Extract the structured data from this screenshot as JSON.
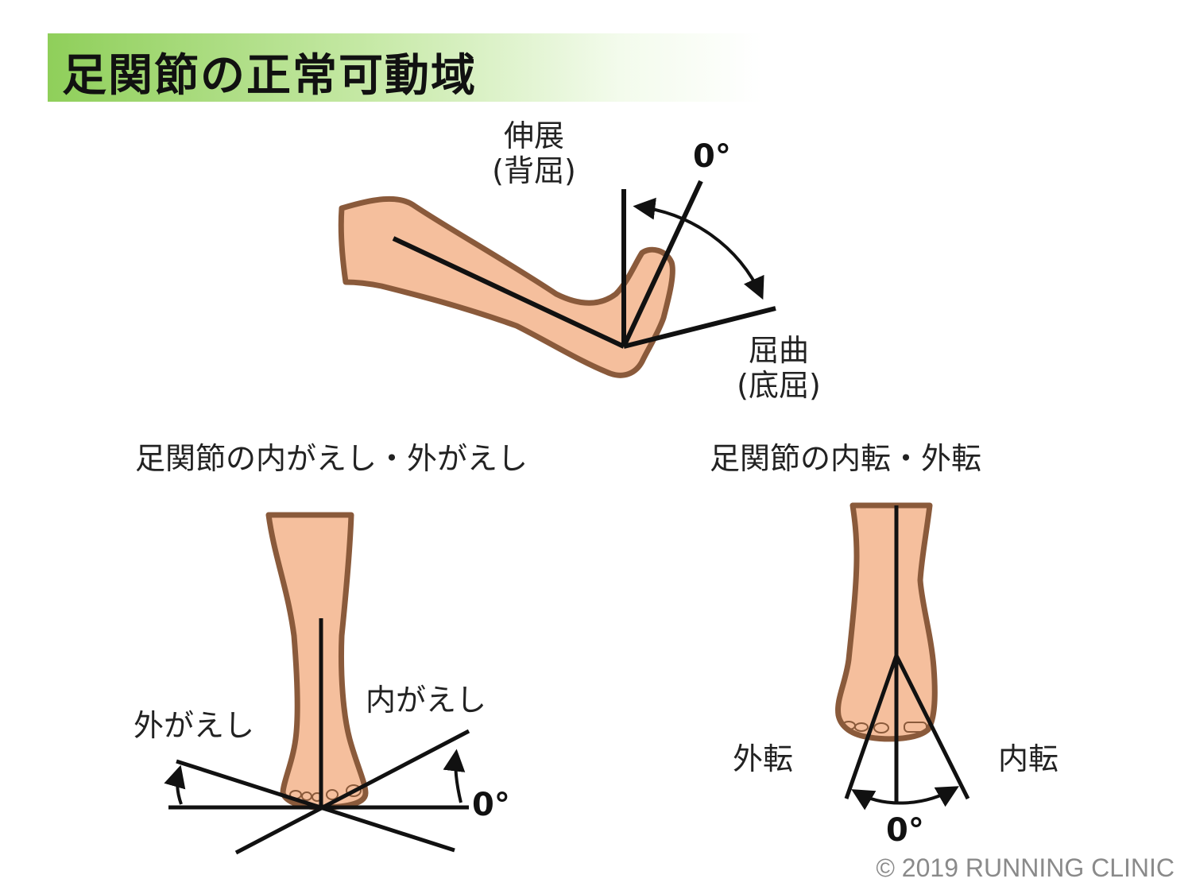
{
  "title": "足関節の正常可動域",
  "colors": {
    "banner_start": "#8fcf5a",
    "skin": "#f5bf9d",
    "outline": "#8a5a3b",
    "line": "#111111"
  },
  "top_diagram": {
    "extension_label": "伸展",
    "extension_sub": "(背屈)",
    "flexion_label": "屈曲",
    "flexion_sub": "(底屈)",
    "zero_label": "0°"
  },
  "inversion_diagram": {
    "heading": "足関節の内がえし・外がえし",
    "eversion_label": "外がえし",
    "inversion_label": "内がえし",
    "zero_label": "0°"
  },
  "rotation_diagram": {
    "heading": "足関節の内転・外転",
    "abduction_label": "外転",
    "adduction_label": "内転",
    "zero_label": "0°"
  },
  "copyright": "© 2019 RUNNING CLINIC"
}
